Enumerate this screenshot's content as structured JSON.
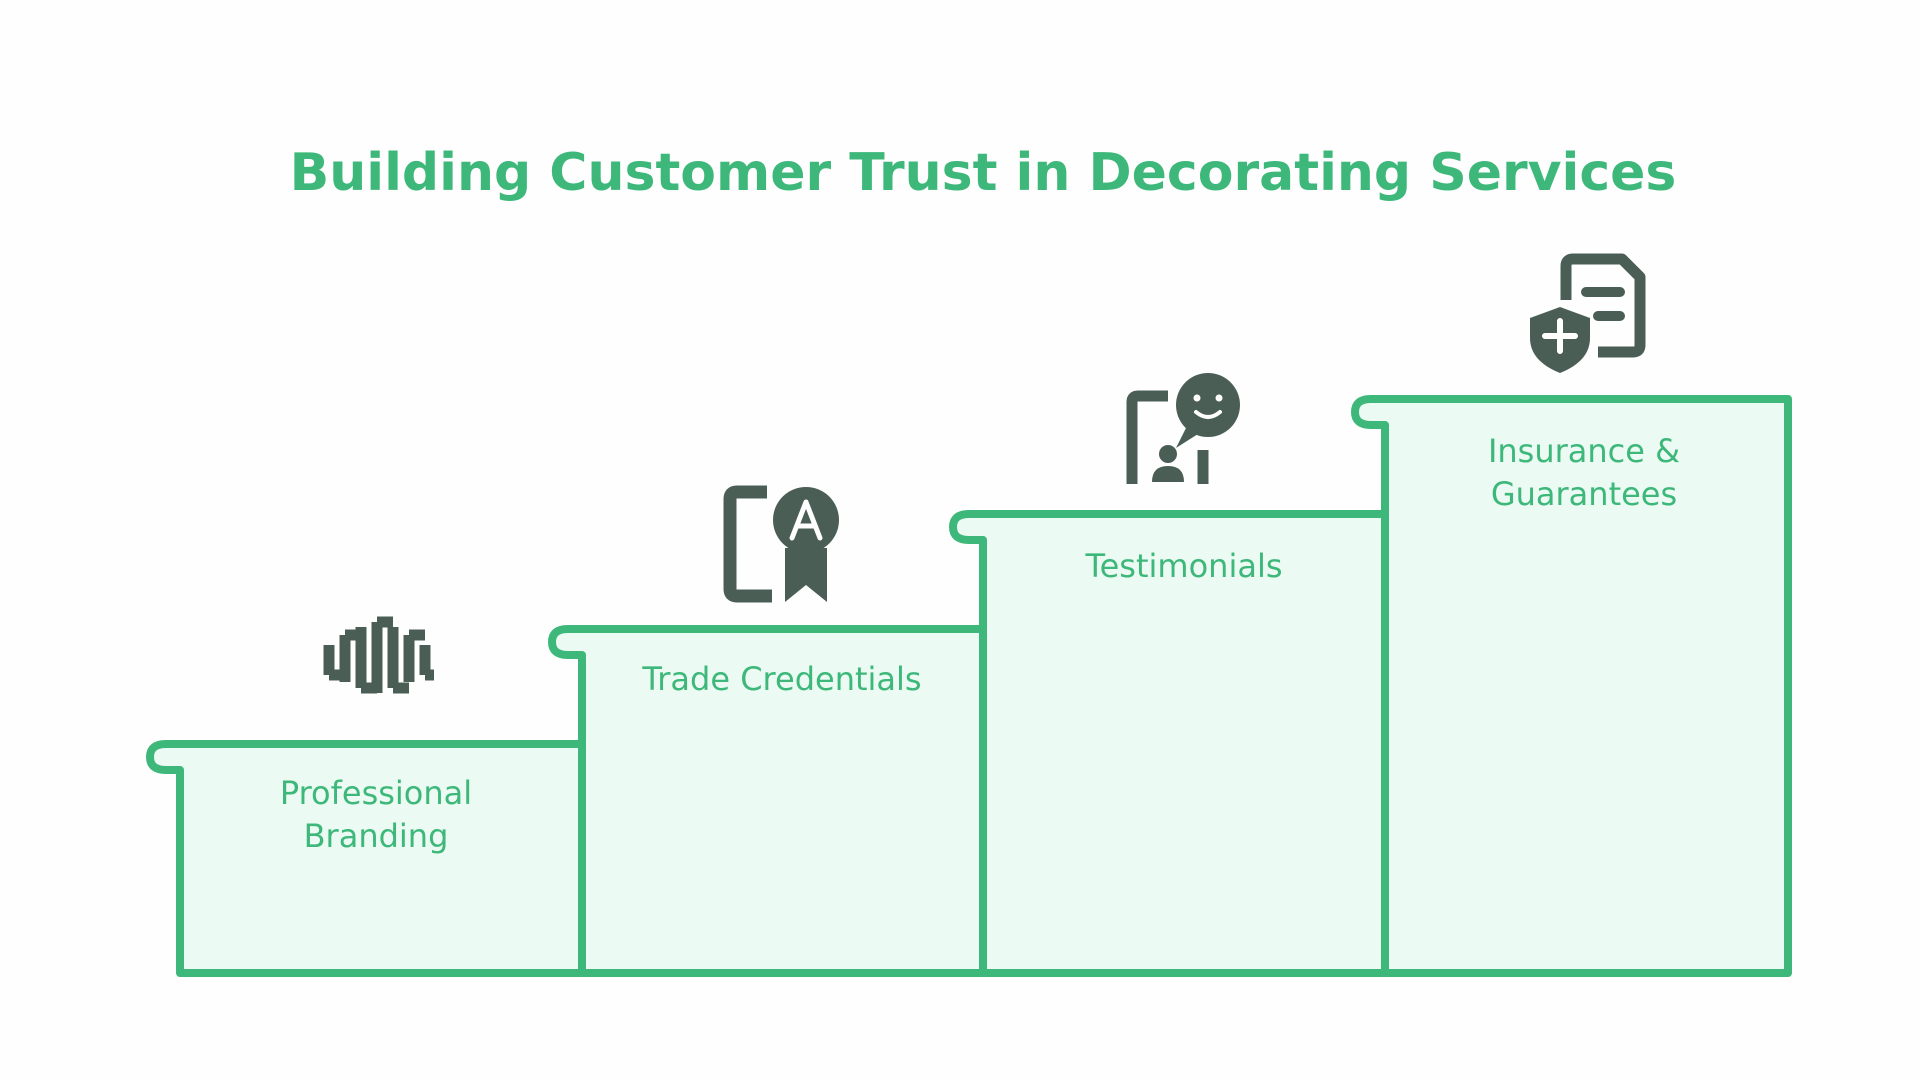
{
  "title": "Building Customer Trust in Decorating Services",
  "colors": {
    "accent": "#3db87a",
    "fill": "#ebfaf2",
    "icon": "#4a5e56",
    "background": "#fdfefd"
  },
  "steps": [
    {
      "label_lines": [
        "Professional",
        "Branding"
      ],
      "icon": "brand-logo-icon"
    },
    {
      "label_lines": [
        "Trade Credentials"
      ],
      "icon": "certificate-badge-icon"
    },
    {
      "label_lines": [
        "Testimonials"
      ],
      "icon": "phone-testimonial-icon"
    },
    {
      "label_lines": [
        "Insurance &",
        "Guarantees"
      ],
      "icon": "shield-document-icon"
    }
  ]
}
